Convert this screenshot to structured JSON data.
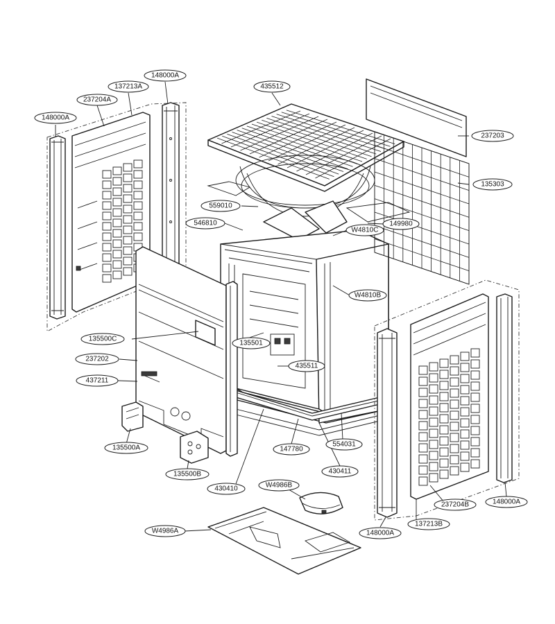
{
  "callouts": [
    {
      "id": "c1",
      "label": "148000A"
    },
    {
      "id": "c2",
      "label": "237204A"
    },
    {
      "id": "c3",
      "label": "137213A"
    },
    {
      "id": "c4",
      "label": "148000A"
    },
    {
      "id": "c5",
      "label": "435512"
    },
    {
      "id": "c6",
      "label": "237203"
    },
    {
      "id": "c7",
      "label": "135303"
    },
    {
      "id": "c8",
      "label": "559010"
    },
    {
      "id": "c9",
      "label": "546810"
    },
    {
      "id": "c10",
      "label": "W4810C"
    },
    {
      "id": "c11",
      "label": "149980"
    },
    {
      "id": "c12",
      "label": "W4810B"
    },
    {
      "id": "c13",
      "label": "135500C"
    },
    {
      "id": "c14",
      "label": "135501"
    },
    {
      "id": "c15",
      "label": "237202"
    },
    {
      "id": "c16",
      "label": "435511"
    },
    {
      "id": "c17",
      "label": "437211"
    },
    {
      "id": "c18",
      "label": "135500A"
    },
    {
      "id": "c19",
      "label": "554031"
    },
    {
      "id": "c20",
      "label": "147780"
    },
    {
      "id": "c21",
      "label": "135500B"
    },
    {
      "id": "c22",
      "label": "430411"
    },
    {
      "id": "c23",
      "label": "430410"
    },
    {
      "id": "c24",
      "label": "W4986B"
    },
    {
      "id": "c25",
      "label": "148000A"
    },
    {
      "id": "c26",
      "label": "237204B"
    },
    {
      "id": "c27",
      "label": "137213B"
    },
    {
      "id": "c28",
      "label": "W4986A"
    },
    {
      "id": "c29",
      "label": "148000A"
    }
  ]
}
